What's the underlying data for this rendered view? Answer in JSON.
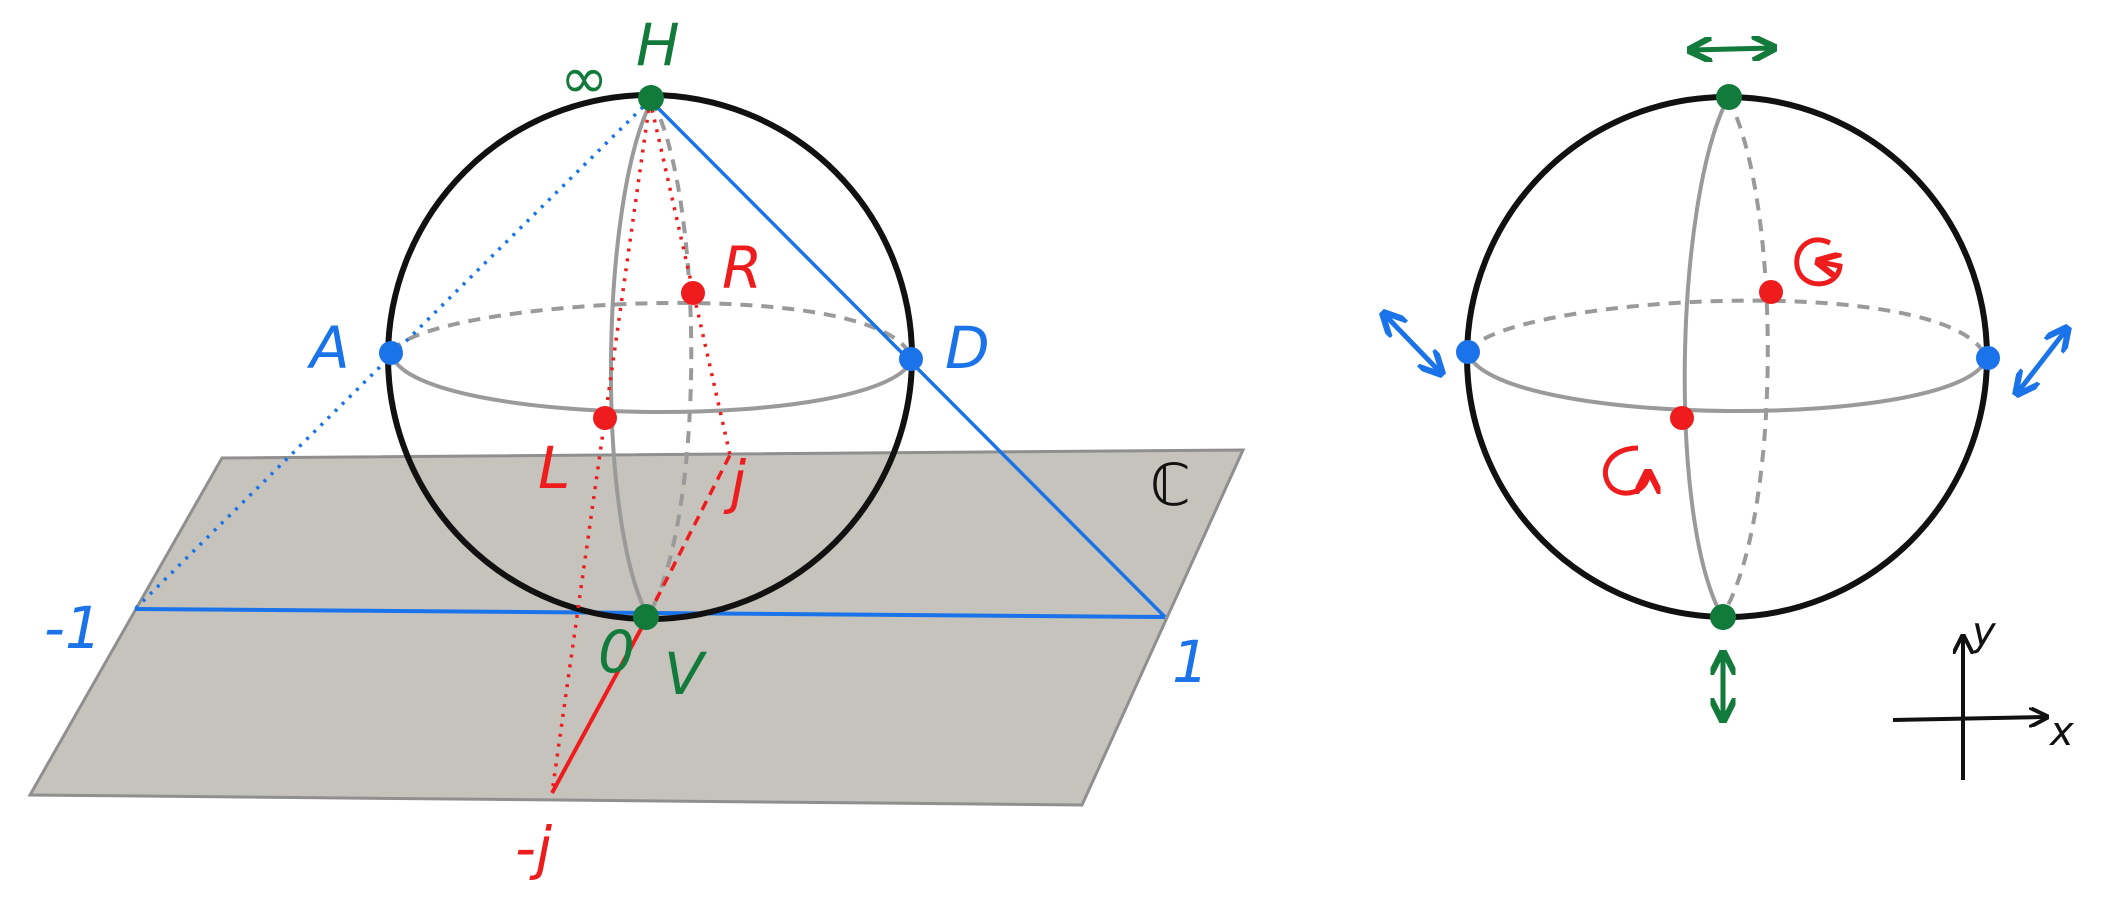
{
  "colors": {
    "black": "#111111",
    "gray": "#9a9a9a",
    "blue": "#1a73e8",
    "red": "#ee1c1c",
    "green": "#127a3a",
    "plane_fill": "#c6c3bd",
    "plane_edge": "#8f8f8f"
  },
  "left_diagram": {
    "points": {
      "H": "H",
      "infinity": "∞",
      "A": "A",
      "D": "D",
      "R": "R",
      "L": "L",
      "j": "j",
      "neg_j": "-j",
      "zero": "0",
      "V": "V",
      "neg_one": "-1",
      "one": "1"
    },
    "plane_label": "ℂ"
  },
  "right_diagram": {
    "icons": [
      "horizontal-double-arrow-icon",
      "vertical-double-arrow-icon",
      "diagonal-double-arrow-antidiagonal-icon",
      "diagonal-double-arrow-diagonal-icon",
      "clockwise-rotation-icon",
      "counterclockwise-rotation-icon"
    ]
  },
  "axes": {
    "x_label": "x",
    "y_label": "y"
  }
}
